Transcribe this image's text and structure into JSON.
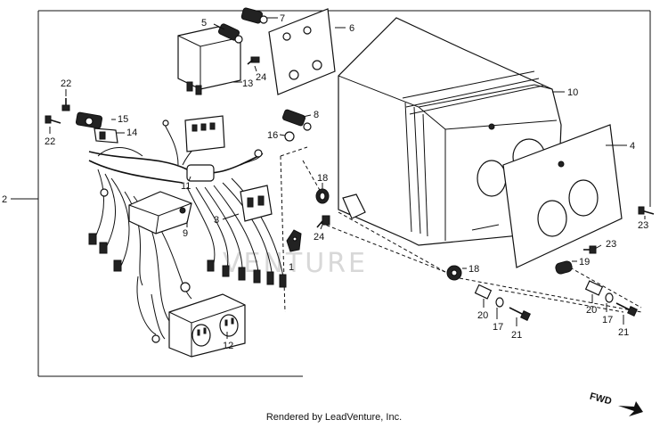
{
  "callouts": {
    "c1": "1",
    "c2": "2",
    "c3": "3",
    "c4": "4",
    "c5": "5",
    "c6": "6",
    "c7": "7",
    "c8": "8",
    "c9": "9",
    "c10": "10",
    "c11": "11",
    "c12": "12",
    "c13": "13",
    "c14": "14",
    "c15": "15",
    "c16": "16",
    "c17a": "17",
    "c17b": "17",
    "c18a": "18",
    "c18b": "18",
    "c19": "19",
    "c20a": "20",
    "c20b": "20",
    "c21a": "21",
    "c21b": "21",
    "c22a": "22",
    "c22b": "22",
    "c23a": "23",
    "c23b": "23",
    "c24a": "24",
    "c24b": "24"
  },
  "direction_label": "FWD",
  "watermark_text": "VENTURE",
  "credit": "Rendered by LeadVenture, Inc."
}
